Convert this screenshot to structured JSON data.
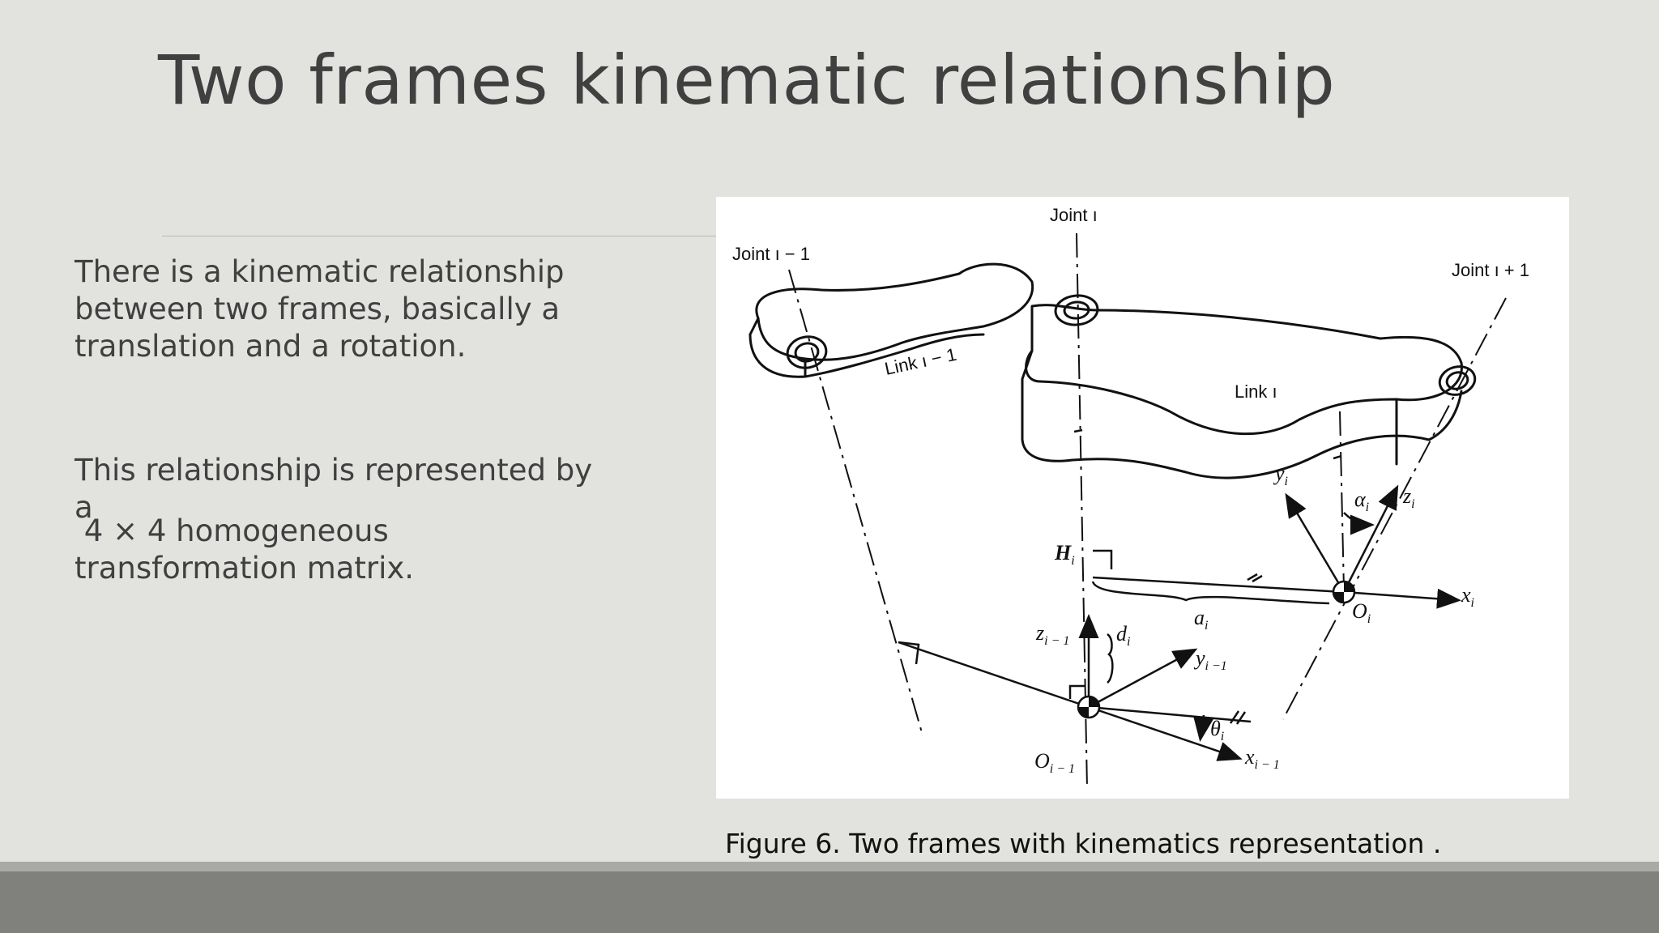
{
  "slide": {
    "title": "Two frames kinematic relationship",
    "paragraphs": [
      "There is a kinematic relationship between two frames, basically a translation and a rotation.",
      "This relationship is represented by a",
      " 4 × 4 homogeneous transformation matrix."
    ]
  },
  "figure": {
    "caption": "Figure 6. Two frames with kinematics representation .",
    "labels": {
      "joint_prev": "Joint ı − 1",
      "joint_curr": "Joint ı",
      "joint_next": "Joint ı + 1",
      "link_prev": "Link ı − 1",
      "link_curr": "Link ı",
      "H": "H",
      "H_sub": "i",
      "O_curr": "O",
      "O_curr_sub": "i",
      "O_prev": "O",
      "O_prev_sub": "i − 1",
      "x_curr": "x",
      "x_curr_sub": "i",
      "y_curr": "y",
      "y_curr_sub": "i",
      "z_curr": "z",
      "z_curr_sub": "i",
      "alpha": "α",
      "alpha_sub": "i",
      "a": "a",
      "a_sub": "i",
      "d": "d",
      "d_sub": "i",
      "z_prev": "z",
      "z_prev_sub": "i − 1",
      "y_prev": "y",
      "y_prev_sub": "i −1",
      "x_prev": "x",
      "x_prev_sub": "i − 1",
      "theta": "θ",
      "theta_sub": "i"
    }
  },
  "colors": {
    "background": "#e2e3df",
    "title_text": "#404040",
    "footer_bar": "#80817c",
    "footer_light": "#a9aaa5"
  }
}
